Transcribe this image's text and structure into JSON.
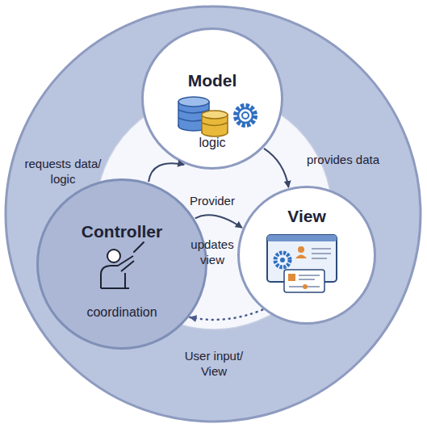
{
  "diagram": {
    "nodes": [
      {
        "text": [
          "Model",
          "logic"
        ]
      },
      {
        "text": [
          "Controller",
          "coordination"
        ]
      },
      {
        "text": [
          "View"
        ]
      }
    ],
    "edges": [
      {
        "from": 1,
        "to": 0,
        "arrow": "to",
        "label": "requests data/ logic"
      },
      {
        "from": 0,
        "to": 2,
        "arrow": "to",
        "label": "provides data"
      },
      {
        "from": 1,
        "to": 2,
        "arrow": "to",
        "label": "updates view"
      },
      {
        "from": 2,
        "to": 1,
        "arrow": "to",
        "label": "User input/ View"
      }
    ],
    "labels": [
      "Provider"
    ]
  }
}
